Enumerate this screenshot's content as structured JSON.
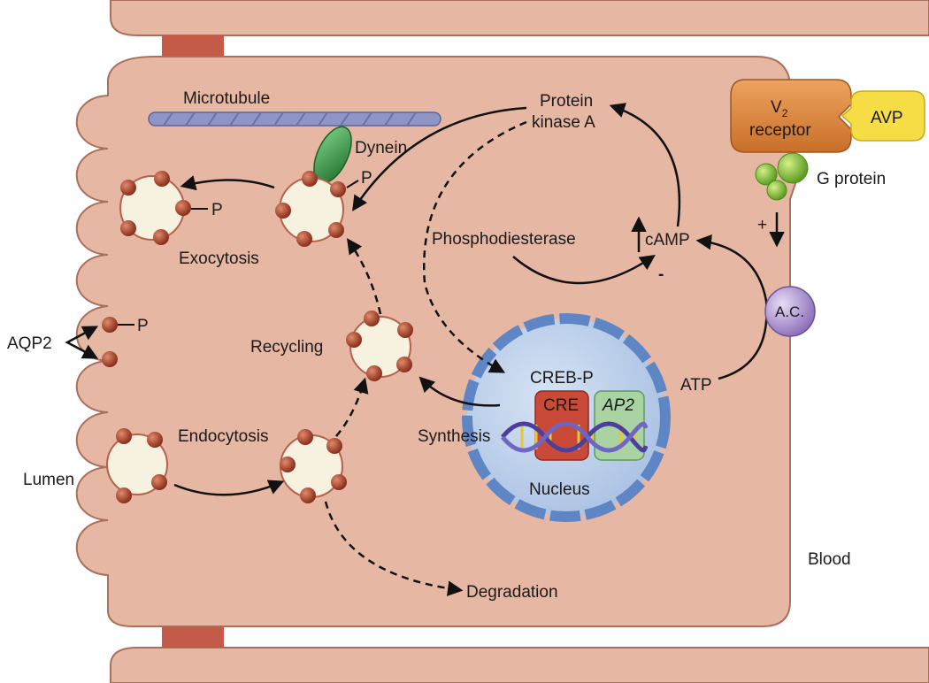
{
  "labels": {
    "microtubule": "Microtubule",
    "dynein": "Dynein",
    "p_dynein": "P",
    "p_exo": "P",
    "p_aqp2": "P",
    "exocytosis": "Exocytosis",
    "aqp2": "AQP2",
    "recycling": "Recycling",
    "endocytosis": "Endocytosis",
    "lumen": "Lumen",
    "degradation": "Degradation",
    "pka_line1": "Protein",
    "pka_line2": "kinase A",
    "phosphodiesterase": "Phosphodiesterase",
    "camp": "cAMP",
    "minus": "-",
    "plus": "+",
    "creb": "CREB-P",
    "cre": "CRE",
    "ap2": "AP2",
    "synthesis": "Synthesis",
    "nucleus": "Nucleus",
    "atp": "ATP",
    "ac": "A.C.",
    "blood": "Blood",
    "receptor_v": "V",
    "receptor_sub": "2",
    "receptor_word": "receptor",
    "avp": "AVP",
    "gprotein": "G protein"
  },
  "colors": {
    "cell": "#e6b7a3",
    "cell_edge": "#a9705c",
    "junction": "#c45a48",
    "vesicle_fill": "#f7f1df",
    "vesicle_edge": "#b8604a",
    "aqp2_bead": "#a8432c",
    "microtubule": "#8f96c6",
    "dynein": "#2e8b3d",
    "nucleus_fill": "#b9cdea",
    "nucleus_edge": "#5f86c4",
    "cre_box": "#c94a36",
    "ap2_box": "#a9d3a3",
    "receptor": "#d9823a",
    "avp": "#f6dd45",
    "gprotein": "#8dc63f",
    "ac": "#a48bc8"
  }
}
